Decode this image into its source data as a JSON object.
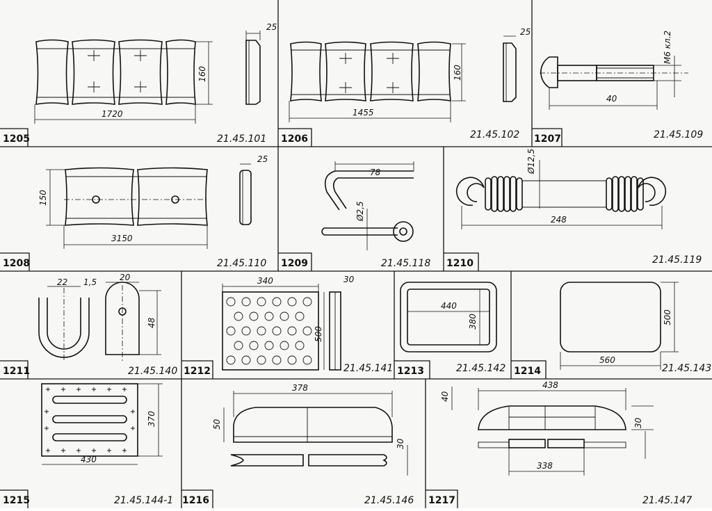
{
  "cells": [
    {
      "id": "1205",
      "code": "21.45.101",
      "dims": [
        "25",
        "160",
        "1720"
      ]
    },
    {
      "id": "1206",
      "code": "21.45.102",
      "dims": [
        "25",
        "160",
        "1455"
      ]
    },
    {
      "id": "1207",
      "code": "21.45.109",
      "dims": [
        "М6 кл.2",
        "40"
      ]
    },
    {
      "id": "1208",
      "code": "21.45.110",
      "dims": [
        "25",
        "150",
        "3150"
      ]
    },
    {
      "id": "1209",
      "code": "21.45.118",
      "dims": [
        "78",
        "Ø2,5"
      ]
    },
    {
      "id": "1210",
      "code": "21.45.119",
      "dims": [
        "Ø12,5",
        "248"
      ]
    },
    {
      "id": "1211",
      "code": "21.45.140",
      "dims": [
        "22",
        "1,5",
        "20",
        "48"
      ]
    },
    {
      "id": "1212",
      "code": "21.45.141",
      "dims": [
        "340",
        "30",
        "500"
      ]
    },
    {
      "id": "1213",
      "code": "21.45.142",
      "dims": [
        "440",
        "380"
      ]
    },
    {
      "id": "1214",
      "code": "21.45.143",
      "dims": [
        "500",
        "560"
      ]
    },
    {
      "id": "1215",
      "code": "21.45.144-1",
      "dims": [
        "370",
        "430"
      ]
    },
    {
      "id": "1216",
      "code": "21.45.146",
      "dims": [
        "378",
        "50",
        "30"
      ]
    },
    {
      "id": "1217",
      "code": "21.45.147",
      "dims": [
        "438",
        "40",
        "30",
        "338"
      ]
    }
  ]
}
